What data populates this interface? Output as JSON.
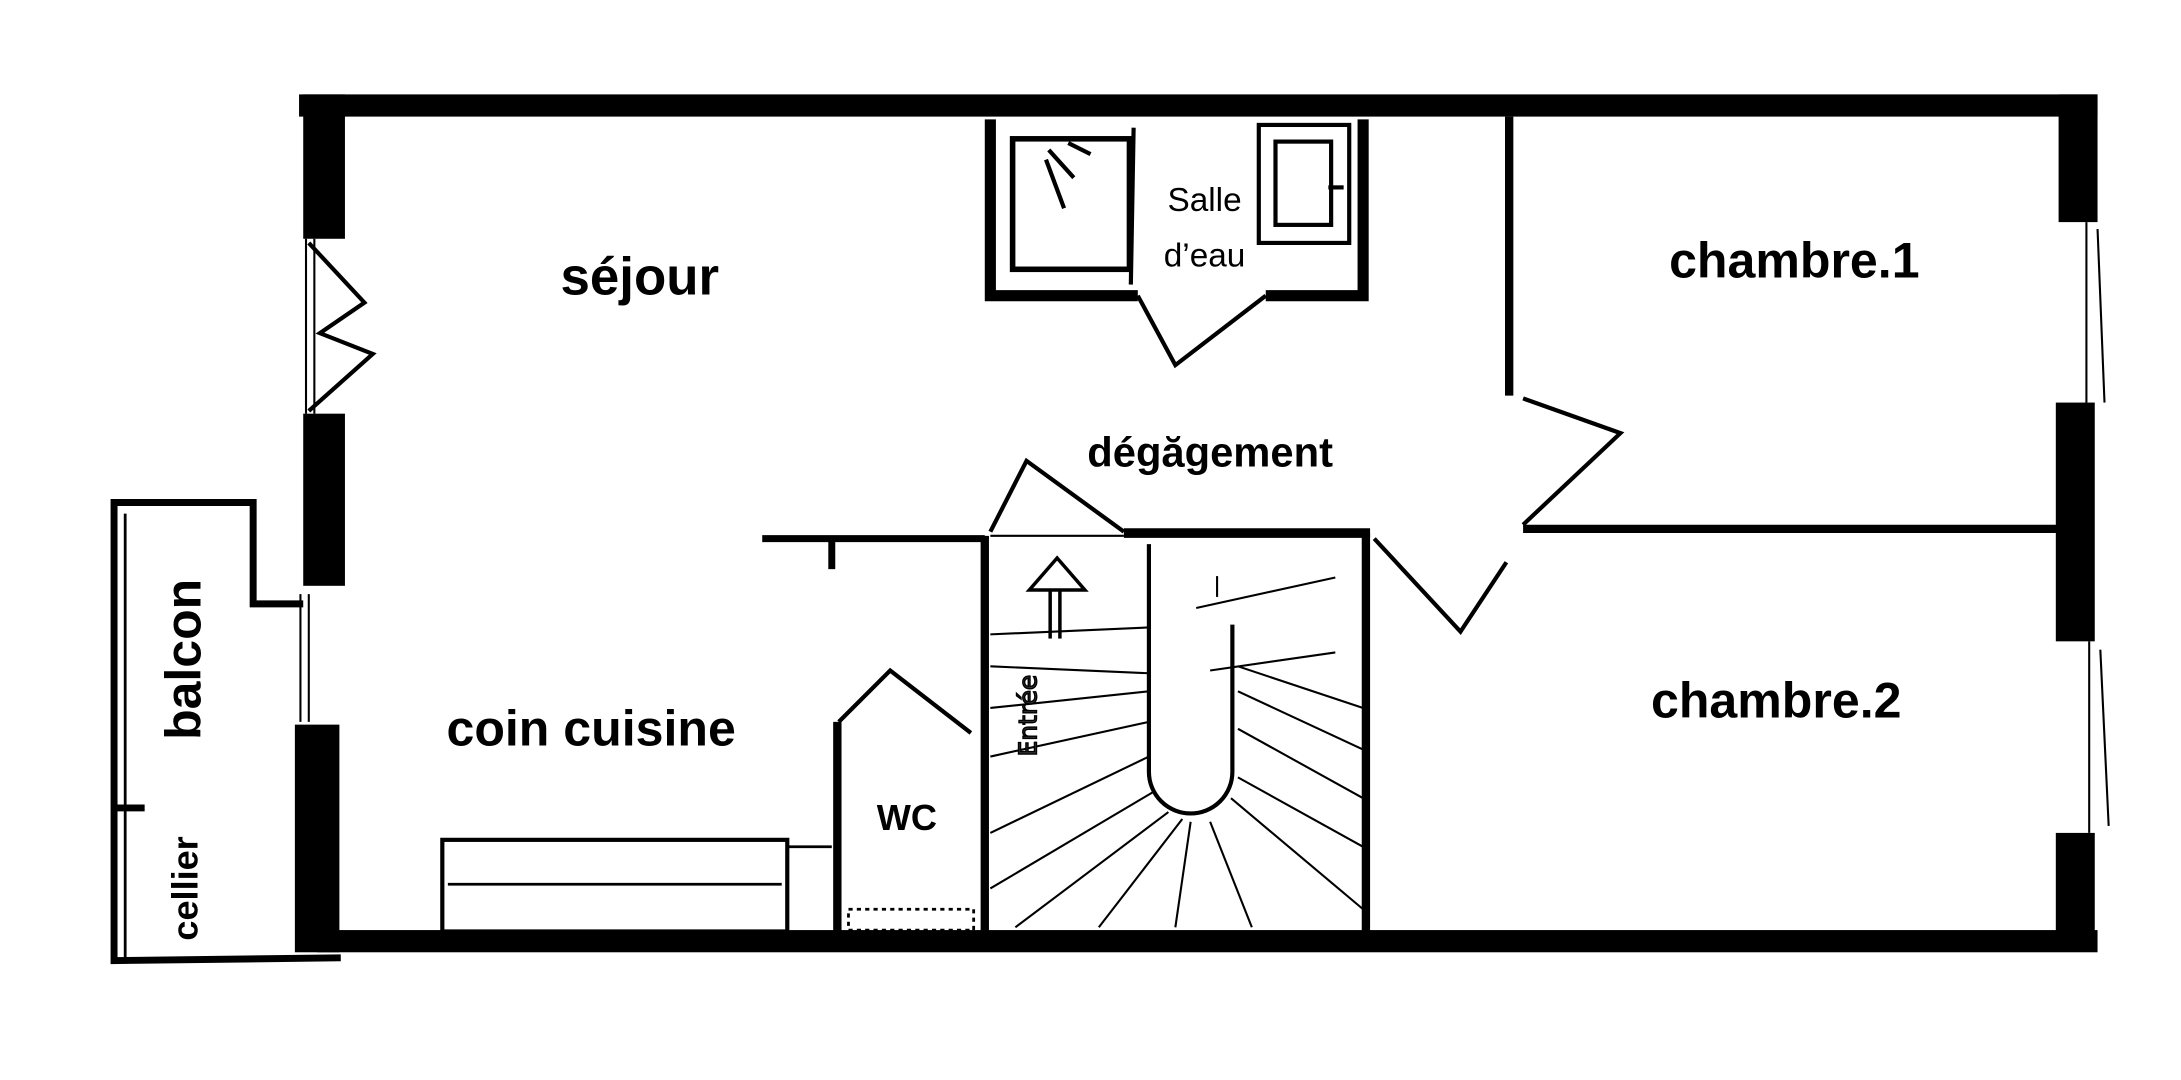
{
  "rooms": {
    "sejour": "séjour",
    "salle_deau_line1": "Salle",
    "salle_deau_line2": "d’eau",
    "chambre1": "chambre.1",
    "chambre2": "chambre.2",
    "degagement": "dégăgement",
    "coin_cuisine": "coin cuisine",
    "wc": "WC",
    "balcon": "balcon",
    "cellier": "cellier"
  },
  "annotations": {
    "entree": "Entrée"
  },
  "colors": {
    "walls": "#000000",
    "background": "#ffffff"
  }
}
